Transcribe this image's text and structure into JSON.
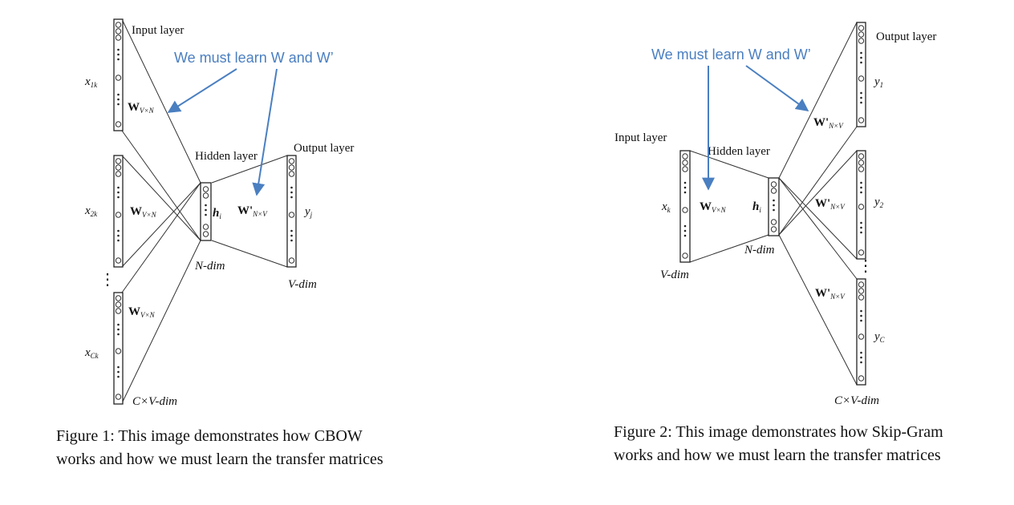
{
  "figure1": {
    "input_layer": "Input layer",
    "hidden_layer": "Hidden layer",
    "output_layer": "Output layer",
    "annotation": "We must learn W and W’",
    "inputs": [
      {
        "main": "x",
        "sub": "1k"
      },
      {
        "main": "x",
        "sub": "2k"
      },
      {
        "main": "x",
        "sub": "Ck"
      }
    ],
    "w_main": "W",
    "w_sub": "V×N",
    "wprime_main": "W'",
    "wprime_sub": "N×V",
    "h_main": "h",
    "h_sub": "i",
    "y_main": "y",
    "y_sub": "j",
    "ellipsis": "⋮",
    "n_dim": "N-dim",
    "v_dim": "V-dim",
    "cv_dim": "C×V-dim",
    "caption": "Figure 1: This image demonstrates how CBOW works and how we must learn the transfer matrices"
  },
  "figure2": {
    "input_layer": "Input layer",
    "hidden_layer": "Hidden layer",
    "output_layer": "Output layer",
    "annotation": "We must learn W and W’",
    "x_main": "x",
    "x_sub": "k",
    "w_main": "W",
    "w_sub": "V×N",
    "wprime_main": "W'",
    "wprime_sub": "N×V",
    "h_main": "h",
    "h_sub": "i",
    "outputs": [
      {
        "main": "y",
        "sub": "1"
      },
      {
        "main": "y",
        "sub": "2"
      },
      {
        "main": "y",
        "sub": "C"
      }
    ],
    "ellipsis": "⋮",
    "n_dim": "N-dim",
    "v_dim": "V-dim",
    "cv_dim": "C×V-dim",
    "caption": "Figure 2: This image demonstrates how Skip-Gram works and how we must learn the transfer matrices"
  },
  "colors": {
    "annotation": "#4a7fc1",
    "text": "#111111"
  }
}
